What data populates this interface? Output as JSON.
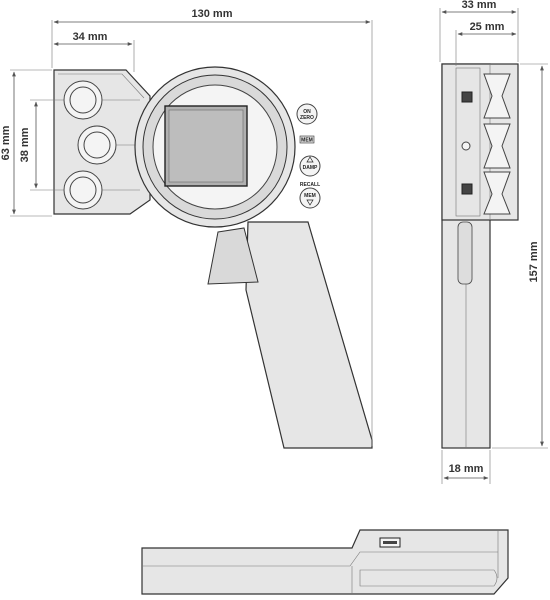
{
  "dimensions": {
    "overall_width": "130 mm",
    "roller_offset": "34 mm",
    "overall_height_head": "63 mm",
    "roller_spacing": "38 mm",
    "side_width": "33 mm",
    "side_inner_width": "25 mm",
    "total_length": "157 mm",
    "handle_thickness": "18 mm"
  },
  "buttons": {
    "on_zero_line1": "ON",
    "on_zero_line2": "ZERO",
    "mem": "MEM",
    "damp": "DAMP",
    "recall": "RECALL",
    "mem_bottom": "MEM"
  }
}
